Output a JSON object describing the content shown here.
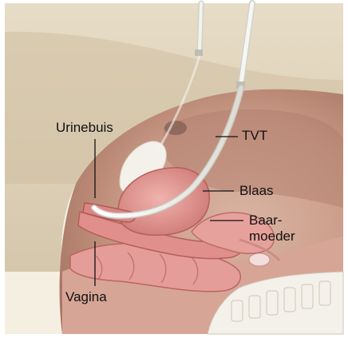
{
  "labels": {
    "urinebuis": "Urinebuis",
    "tvt": "TVT",
    "blaas": "Blaas",
    "baarmoeder_line1": "Baar-",
    "baarmoeder_line2": "moeder",
    "vagina": "Vagina"
  },
  "colors": {
    "background": "#ffffff",
    "skin": "#ddd3bd",
    "cavity": "#c99a86",
    "organ_pink": "#e69a98",
    "organ_dark": "#c46c6a",
    "tape": "#f2f2ee",
    "bone": "#f4f1ea",
    "leader_line": "#111111"
  }
}
